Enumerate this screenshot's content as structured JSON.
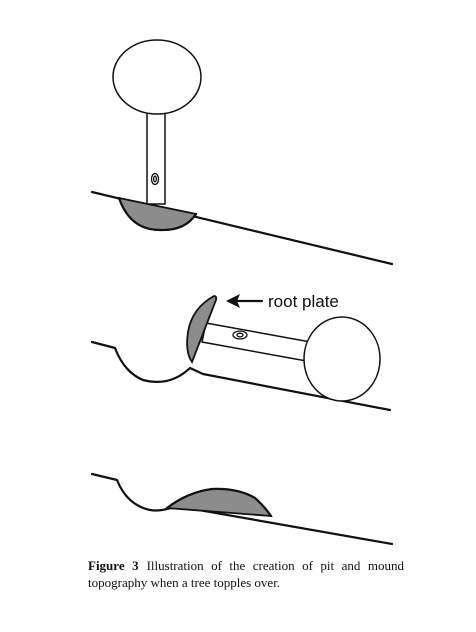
{
  "annotation": {
    "root_plate_label": "root plate"
  },
  "caption": {
    "figure_label": "Figure 3",
    "text": "Illustration of the creation of pit and mound topography when a tree topples over."
  },
  "colors": {
    "ink": "#111111",
    "root_fill": "#8c8c8c",
    "background": "#ffffff"
  },
  "panels": [
    {
      "state": "standing tree"
    },
    {
      "state": "toppling tree with exposed root plate"
    },
    {
      "state": "pit and mound"
    }
  ]
}
